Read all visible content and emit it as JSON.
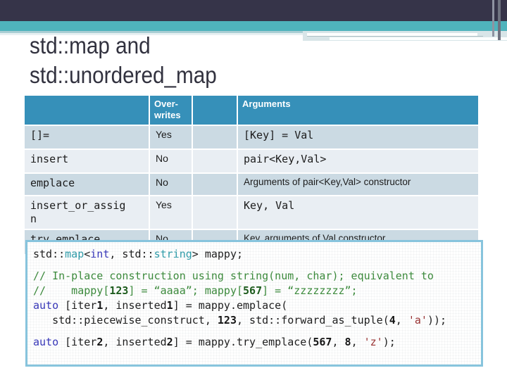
{
  "slide": {
    "title_line1": "std::map and",
    "title_line2": "std::unordered_map"
  },
  "colors": {
    "banner_dark": "#363449",
    "accent_teal": "#4FB3BC",
    "table_header_bg": "#3690B9",
    "row_light": "#CBDAE3",
    "row_lighter": "#E9EEF3",
    "code_border": "#87C4DD",
    "code_type": "#2E9BA8",
    "code_keyword": "#3838B8",
    "code_comment": "#3C8A3C",
    "code_char_literal": "#993333"
  },
  "table": {
    "headers": {
      "col1": "",
      "overwrites": "Over-writes",
      "spacer": "",
      "arguments": "Arguments"
    },
    "rows": [
      {
        "op": "[]=",
        "overwrites": "Yes",
        "args": "[Key] = Val"
      },
      {
        "op": "insert",
        "overwrites": "No",
        "args": "pair<Key,Val>"
      },
      {
        "op": "emplace",
        "overwrites": "No",
        "args": "Arguments of pair<Key,Val> constructor"
      },
      {
        "op": "insert_or_assign",
        "overwrites": "Yes",
        "args": "Key, Val"
      },
      {
        "op": "try_emplace",
        "overwrites": "No",
        "args": "Key, arguments of Val constructor"
      }
    ]
  },
  "code": {
    "line1": {
      "t1": "std::",
      "t2": "map",
      "t3": "<",
      "t4": "int",
      "t5": ", std::",
      "t6": "string",
      "t7": "> mappy;"
    },
    "line2": "// In-place construction using string(num, char); equivalent to",
    "line3": {
      "t1": "//    mappy[",
      "t2": "123",
      "t3": "] = “aaaa”; mappy[",
      "t4": "567",
      "t5": "] = “zzzzzzzz”;"
    },
    "line4": {
      "t1": "auto",
      "t2": " [iter",
      "t3": "1",
      "t4": ", inserted",
      "t5": "1",
      "t6": "] = mappy.emplace("
    },
    "line5": {
      "t1": "   std::piecewise_construct, ",
      "t2": "123",
      "t3": ", std::forward_as_tuple(",
      "t4": "4",
      "t5": ", ",
      "t6": "'a'",
      "t7": "));"
    },
    "line6": {
      "t1": "auto",
      "t2": " [iter",
      "t3": "2",
      "t4": ", inserted",
      "t5": "2",
      "t6": "] = mappy.try_emplace(",
      "t7": "567",
      "t8": ", ",
      "t9": "8",
      "t10": ", ",
      "t11": "'z'",
      "t12": ");"
    }
  }
}
